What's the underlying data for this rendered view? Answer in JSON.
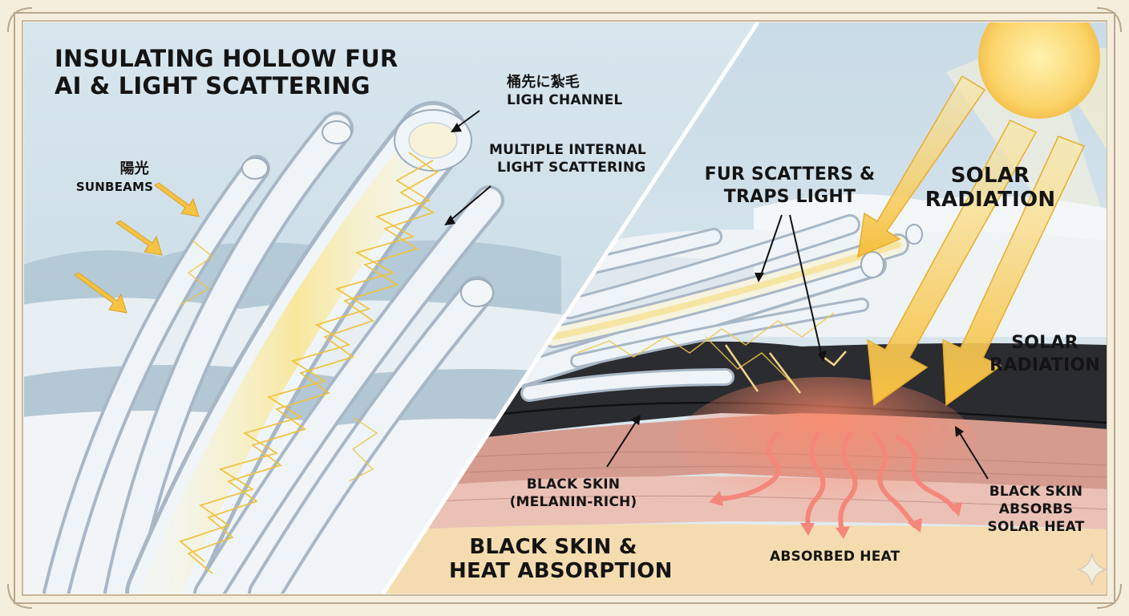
{
  "left_title": {
    "line1": "INSULATING HOLLOW FUR",
    "line2": "AI & LIGHT SCATTERING"
  },
  "tip_label": {
    "jp": "桶先に紮毛",
    "en": "LIGH CHANNEL"
  },
  "scatter_label": {
    "line1": "MULTIPLE INTERNAL",
    "line2": "LIGHT SCATTERING"
  },
  "sunbeams_label": {
    "jp": "陽光",
    "en": "SUNBEAMS"
  },
  "fur_traps_label": {
    "line1": "FUR SCATTERS &",
    "line2": "TRAPS LIGHT"
  },
  "solar_top_label": {
    "line1": "SOLAR",
    "line2": "RADIATION"
  },
  "solar_right_label": {
    "line1": "SOLAR",
    "line2": "RADIATION"
  },
  "black_skin_label": {
    "line1": "BLACK SKIN",
    "line2": "(MELANIN-RICH)"
  },
  "absorbs_label": {
    "line1": "BLACK SKIN",
    "line2": "ABSORBS",
    "line3": "SOLAR HEAT"
  },
  "absorbed_heat_label": "ABSORBED HEAT",
  "bottom_title": {
    "line1": "BLACK SKIN &",
    "line2": "HEAT ABSORPTION"
  },
  "colors": {
    "frame": "#b8a78c",
    "sky": "#cfe0ea",
    "sun": "#fbd46a",
    "beam": "#f7c242",
    "skin_black": "#2a2b2f",
    "tissue": "#e8b9ad",
    "heat": "#ef4b3c",
    "fur_glow": "#f5cf45"
  },
  "icons": [
    "sun-icon",
    "sparkle-icon",
    "arrow-icon",
    "heat-wave-icon"
  ]
}
